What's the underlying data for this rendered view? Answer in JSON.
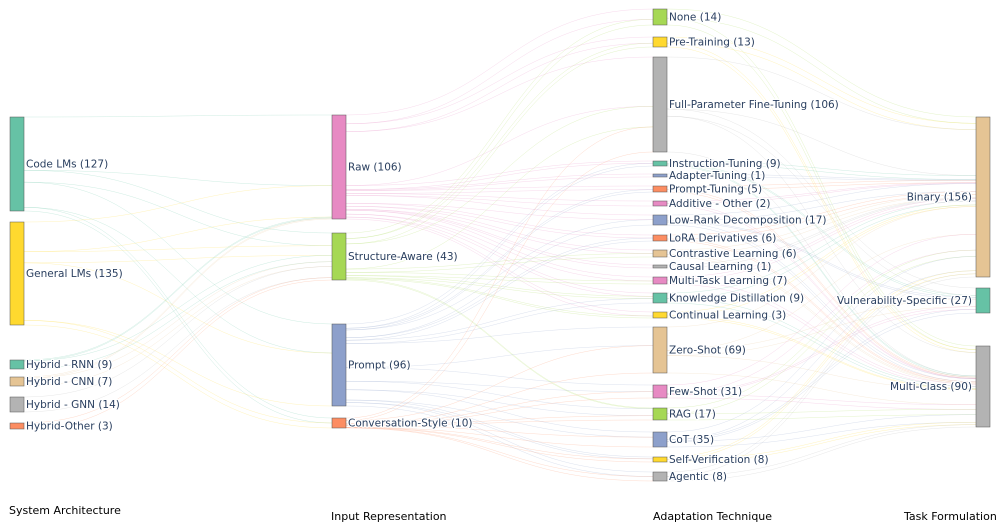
{
  "stages": [
    "System Architecture",
    "Input Representation",
    "Adaptation Technique",
    "Task Formulation"
  ],
  "nodes": {
    "arch_code": {
      "stage": 0,
      "label": "Code LMs (127)",
      "color": "#66c2a5"
    },
    "arch_gen": {
      "stage": 0,
      "label": "General LMs (135)",
      "color": "#ffd92f"
    },
    "arch_rnn": {
      "stage": 0,
      "label": "Hybrid - RNN (9)",
      "color": "#66c2a5"
    },
    "arch_cnn": {
      "stage": 0,
      "label": "Hybrid - CNN (7)",
      "color": "#e5c494"
    },
    "arch_gnn": {
      "stage": 0,
      "label": "Hybrid - GNN (14)",
      "color": "#b3b3b3"
    },
    "arch_oth": {
      "stage": 0,
      "label": "Hybrid-Other (3)",
      "color": "#fc8d62"
    },
    "in_raw": {
      "stage": 1,
      "label": "Raw (106)",
      "color": "#e78ac3"
    },
    "in_struct": {
      "stage": 1,
      "label": "Structure-Aware (43)",
      "color": "#a6d854"
    },
    "in_prompt": {
      "stage": 1,
      "label": "Prompt (96)",
      "color": "#8da0cb"
    },
    "in_conv": {
      "stage": 1,
      "label": "Conversation-Style (10)",
      "color": "#fc8d62"
    },
    "ad_none": {
      "stage": 2,
      "label": "None (14)",
      "color": "#a6d854"
    },
    "ad_pre": {
      "stage": 2,
      "label": "Pre-Training (13)",
      "color": "#ffd92f"
    },
    "ad_fpft": {
      "stage": 2,
      "label": "Full-Parameter Fine-Tuning (106)",
      "color": "#b3b3b3"
    },
    "ad_inst": {
      "stage": 2,
      "label": "Instruction-Tuning (9)",
      "color": "#66c2a5"
    },
    "ad_adapt": {
      "stage": 2,
      "label": "Adapter-Tuning (1)",
      "color": "#8da0cb"
    },
    "ad_ptune": {
      "stage": 2,
      "label": "Prompt-Tuning (5)",
      "color": "#fc8d62"
    },
    "ad_add": {
      "stage": 2,
      "label": "Additive - Other (2)",
      "color": "#e78ac3"
    },
    "ad_lora": {
      "stage": 2,
      "label": "Low-Rank Decomposition (17)",
      "color": "#8da0cb"
    },
    "ad_lorad": {
      "stage": 2,
      "label": "LoRA Derivatives (6)",
      "color": "#fc8d62"
    },
    "ad_contr": {
      "stage": 2,
      "label": "Contrastive Learning (6)",
      "color": "#e5c494"
    },
    "ad_causal": {
      "stage": 2,
      "label": "Causal Learning (1)",
      "color": "#b3b3b3"
    },
    "ad_mtl": {
      "stage": 2,
      "label": "Multi-Task Learning (7)",
      "color": "#e78ac3"
    },
    "ad_kd": {
      "stage": 2,
      "label": "Knowledge Distillation (9)",
      "color": "#66c2a5"
    },
    "ad_cl": {
      "stage": 2,
      "label": "Continual Learning (3)",
      "color": "#ffd92f"
    },
    "ad_zero": {
      "stage": 2,
      "label": "Zero-Shot (69)",
      "color": "#e5c494"
    },
    "ad_few": {
      "stage": 2,
      "label": "Few-Shot (31)",
      "color": "#e78ac3"
    },
    "ad_rag": {
      "stage": 2,
      "label": "RAG (17)",
      "color": "#a6d854"
    },
    "ad_cot": {
      "stage": 2,
      "label": "CoT (35)",
      "color": "#8da0cb"
    },
    "ad_selfv": {
      "stage": 2,
      "label": "Self-Verification (8)",
      "color": "#ffd92f"
    },
    "ad_agent": {
      "stage": 2,
      "label": "Agentic (8)",
      "color": "#b3b3b3"
    },
    "task_bin": {
      "stage": 3,
      "label": "Binary (156)",
      "color": "#e5c494"
    },
    "task_vuln": {
      "stage": 3,
      "label": "Vulnerability-Specific (27)",
      "color": "#66c2a5"
    },
    "task_multi": {
      "stage": 3,
      "label": "Multi-Class (90)",
      "color": "#b3b3b3"
    }
  },
  "links": [
    {
      "source": "arch_code",
      "target": "in_raw",
      "value": 72
    },
    {
      "source": "arch_code",
      "target": "in_struct",
      "value": 16
    },
    {
      "source": "arch_code",
      "target": "in_prompt",
      "value": 34
    },
    {
      "source": "arch_code",
      "target": "in_conv",
      "value": 5
    },
    {
      "source": "arch_gen",
      "target": "in_raw",
      "value": 32
    },
    {
      "source": "arch_gen",
      "target": "in_struct",
      "value": 12
    },
    {
      "source": "arch_gen",
      "target": "in_prompt",
      "value": 62
    },
    {
      "source": "arch_gen",
      "target": "in_conv",
      "value": 5
    },
    {
      "source": "arch_rnn",
      "target": "in_raw",
      "value": 1
    },
    {
      "source": "arch_rnn",
      "target": "in_struct",
      "value": 8
    },
    {
      "source": "arch_cnn",
      "target": "in_raw",
      "value": 1
    },
    {
      "source": "arch_cnn",
      "target": "in_struct",
      "value": 6
    },
    {
      "source": "arch_gnn",
      "target": "in_struct",
      "value": 14
    },
    {
      "source": "arch_oth",
      "target": "in_struct",
      "value": 3
    },
    {
      "source": "in_raw",
      "target": "ad_none",
      "value": 9
    },
    {
      "source": "in_raw",
      "target": "ad_pre",
      "value": 8
    },
    {
      "source": "in_raw",
      "target": "ad_fpft",
      "value": 55
    },
    {
      "source": "in_raw",
      "target": "ad_inst",
      "value": 4
    },
    {
      "source": "in_raw",
      "target": "ad_adapt",
      "value": 1
    },
    {
      "source": "in_raw",
      "target": "ad_ptune",
      "value": 3
    },
    {
      "source": "in_raw",
      "target": "ad_add",
      "value": 2
    },
    {
      "source": "in_raw",
      "target": "ad_lora",
      "value": 8
    },
    {
      "source": "in_raw",
      "target": "ad_lorad",
      "value": 3
    },
    {
      "source": "in_raw",
      "target": "ad_contr",
      "value": 3
    },
    {
      "source": "in_raw",
      "target": "ad_causal",
      "value": 1
    },
    {
      "source": "in_raw",
      "target": "ad_mtl",
      "value": 4
    },
    {
      "source": "in_raw",
      "target": "ad_kd",
      "value": 3
    },
    {
      "source": "in_raw",
      "target": "ad_cl",
      "value": 2
    },
    {
      "source": "in_struct",
      "target": "ad_none",
      "value": 5
    },
    {
      "source": "in_struct",
      "target": "ad_pre",
      "value": 5
    },
    {
      "source": "in_struct",
      "target": "ad_fpft",
      "value": 23
    },
    {
      "source": "in_struct",
      "target": "ad_contr",
      "value": 3
    },
    {
      "source": "in_struct",
      "target": "ad_mtl",
      "value": 3
    },
    {
      "source": "in_struct",
      "target": "ad_kd",
      "value": 2
    },
    {
      "source": "in_struct",
      "target": "ad_cl",
      "value": 1
    },
    {
      "source": "in_struct",
      "target": "ad_rag",
      "value": 1
    },
    {
      "source": "in_prompt",
      "target": "ad_inst",
      "value": 5
    },
    {
      "source": "in_prompt",
      "target": "ad_ptune",
      "value": 2
    },
    {
      "source": "in_prompt",
      "target": "ad_lora",
      "value": 9
    },
    {
      "source": "in_prompt",
      "target": "ad_lorad",
      "value": 3
    },
    {
      "source": "in_prompt",
      "target": "ad_kd",
      "value": 4
    },
    {
      "source": "in_prompt",
      "target": "ad_zero",
      "value": 28
    },
    {
      "source": "in_prompt",
      "target": "ad_few",
      "value": 16
    },
    {
      "source": "in_prompt",
      "target": "ad_rag",
      "value": 10
    },
    {
      "source": "in_prompt",
      "target": "ad_cot",
      "value": 12
    },
    {
      "source": "in_prompt",
      "target": "ad_selfv",
      "value": 3
    },
    {
      "source": "in_prompt",
      "target": "ad_agent",
      "value": 4
    },
    {
      "source": "in_conv",
      "target": "ad_fpft",
      "value": 28
    },
    {
      "source": "in_conv",
      "target": "ad_zero",
      "value": 41
    },
    {
      "source": "in_conv",
      "target": "ad_few",
      "value": 15
    },
    {
      "source": "in_conv",
      "target": "ad_rag",
      "value": 6
    },
    {
      "source": "in_conv",
      "target": "ad_cot",
      "value": 23
    },
    {
      "source": "in_conv",
      "target": "ad_selfv",
      "value": 5
    },
    {
      "source": "in_conv",
      "target": "ad_agent",
      "value": 4
    },
    {
      "source": "ad_none",
      "target": "task_bin",
      "value": 8
    },
    {
      "source": "ad_none",
      "target": "task_multi",
      "value": 6
    },
    {
      "source": "ad_pre",
      "target": "task_bin",
      "value": 8
    },
    {
      "source": "ad_pre",
      "target": "task_multi",
      "value": 5
    },
    {
      "source": "ad_fpft",
      "target": "task_bin",
      "value": 58
    },
    {
      "source": "ad_fpft",
      "target": "task_vuln",
      "value": 8
    },
    {
      "source": "ad_fpft",
      "target": "task_multi",
      "value": 40
    },
    {
      "source": "ad_inst",
      "target": "task_bin",
      "value": 5
    },
    {
      "source": "ad_inst",
      "target": "task_vuln",
      "value": 2
    },
    {
      "source": "ad_inst",
      "target": "task_multi",
      "value": 2
    },
    {
      "source": "ad_adapt",
      "target": "task_bin",
      "value": 1
    },
    {
      "source": "ad_ptune",
      "target": "task_bin",
      "value": 3
    },
    {
      "source": "ad_ptune",
      "target": "task_multi",
      "value": 2
    },
    {
      "source": "ad_add",
      "target": "task_bin",
      "value": 1
    },
    {
      "source": "ad_add",
      "target": "task_multi",
      "value": 1
    },
    {
      "source": "ad_lora",
      "target": "task_bin",
      "value": 10
    },
    {
      "source": "ad_lora",
      "target": "task_vuln",
      "value": 2
    },
    {
      "source": "ad_lora",
      "target": "task_multi",
      "value": 5
    },
    {
      "source": "ad_lorad",
      "target": "task_bin",
      "value": 4
    },
    {
      "source": "ad_lorad",
      "target": "task_multi",
      "value": 2
    },
    {
      "source": "ad_contr",
      "target": "task_bin",
      "value": 4
    },
    {
      "source": "ad_contr",
      "target": "task_multi",
      "value": 2
    },
    {
      "source": "ad_causal",
      "target": "task_bin",
      "value": 1
    },
    {
      "source": "ad_mtl",
      "target": "task_bin",
      "value": 3
    },
    {
      "source": "ad_mtl",
      "target": "task_multi",
      "value": 4
    },
    {
      "source": "ad_kd",
      "target": "task_bin",
      "value": 5
    },
    {
      "source": "ad_kd",
      "target": "task_multi",
      "value": 4
    },
    {
      "source": "ad_cl",
      "target": "task_bin",
      "value": 2
    },
    {
      "source": "ad_cl",
      "target": "task_multi",
      "value": 1
    },
    {
      "source": "ad_zero",
      "target": "task_bin",
      "value": 35
    },
    {
      "source": "ad_zero",
      "target": "task_vuln",
      "value": 8
    },
    {
      "source": "ad_zero",
      "target": "task_multi",
      "value": 26
    },
    {
      "source": "ad_few",
      "target": "task_bin",
      "value": 20
    },
    {
      "source": "ad_few",
      "target": "task_vuln",
      "value": 3
    },
    {
      "source": "ad_few",
      "target": "task_multi",
      "value": 8
    },
    {
      "source": "ad_rag",
      "target": "task_bin",
      "value": 8
    },
    {
      "source": "ad_rag",
      "target": "task_multi",
      "value": 9
    },
    {
      "source": "ad_cot",
      "target": "task_bin",
      "value": 18
    },
    {
      "source": "ad_cot",
      "target": "task_vuln",
      "value": 4
    },
    {
      "source": "ad_cot",
      "target": "task_multi",
      "value": 13
    },
    {
      "source": "ad_selfv",
      "target": "task_bin",
      "value": 4
    },
    {
      "source": "ad_selfv",
      "target": "task_multi",
      "value": 4
    },
    {
      "source": "ad_agent",
      "target": "task_bin",
      "value": 4
    },
    {
      "source": "ad_agent",
      "target": "task_multi",
      "value": 4
    }
  ]
}
